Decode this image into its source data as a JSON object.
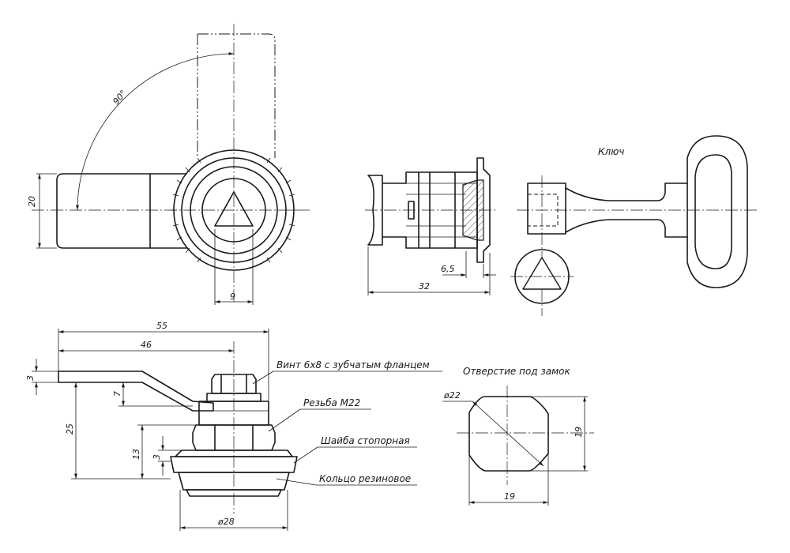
{
  "labels": {
    "key": "Ключ",
    "screw": "Винт 6х8 с зубчатым фланцем",
    "thread": "Резьба M22",
    "washer": "Шайба стопорная",
    "ring": "Кольцо резиновое",
    "cutout": "Отверстие под замок"
  },
  "dims": {
    "angle": "90°",
    "d20": "20",
    "d9": "9",
    "d6_5": "6,5",
    "d32": "32",
    "d55": "55",
    "d46": "46",
    "d3a": "3",
    "d7": "7",
    "d25": "25",
    "d13": "13",
    "d3b": "3",
    "d28": "ø28",
    "d22": "ø22",
    "d19v": "19",
    "d19h": "19"
  },
  "colors": {
    "line": "#1a1a1a",
    "background": "#ffffff"
  }
}
